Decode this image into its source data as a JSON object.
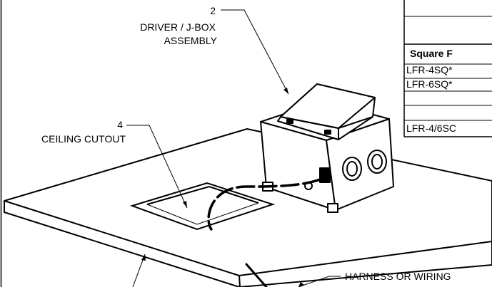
{
  "callouts": {
    "driver": {
      "number": "2",
      "label_line1": "DRIVER / J-BOX",
      "label_line2": "ASSEMBLY"
    },
    "cutout": {
      "number": "4",
      "label": "CEILING CUTOUT"
    },
    "harness": {
      "label": "HARNESS OR WIRING"
    }
  },
  "table": {
    "header": "Square F",
    "rows": [
      "LFR-4SQ*",
      "LFR-6SQ*",
      "LFR-4/6SC"
    ]
  },
  "colors": {
    "line": "#000000",
    "background": "#ffffff"
  }
}
